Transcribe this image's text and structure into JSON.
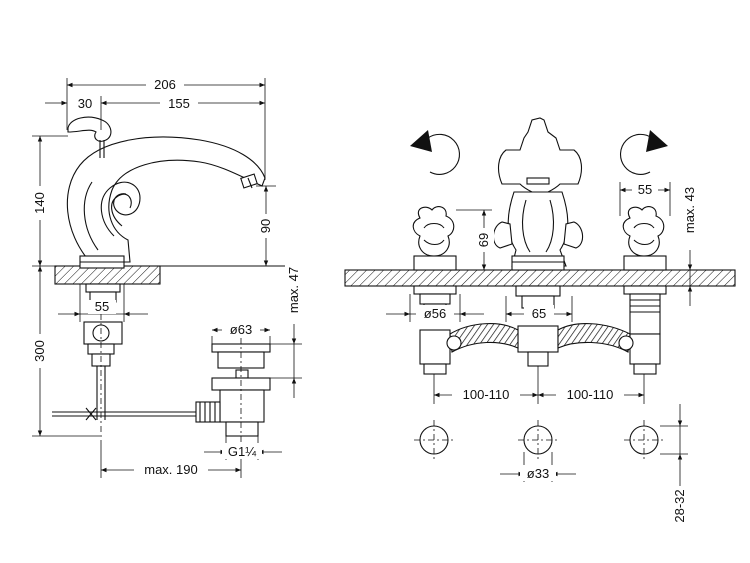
{
  "dimensions": {
    "side_view": {
      "total_length": "206",
      "offset": "30",
      "spout_reach": "155",
      "height": "140",
      "spout_height": "90",
      "base_width": "55",
      "below_deck": "300",
      "max_drain": "max. 190",
      "deck_thickness": "max. 47",
      "drain_diameter": "ø63",
      "drain_thread": "G1¼"
    },
    "front_view": {
      "handle_height": "69",
      "handle_width": "55",
      "deck_max": "max. 43",
      "hole_diameter": "ø56",
      "center_width": "65",
      "spread_left": "100-110",
      "spread_right": "100-110",
      "hole_size": "ø33",
      "hole_range": "28-32"
    }
  },
  "icons": {
    "rotate_left": "counterclockwise-arrow-icon",
    "rotate_right": "clockwise-arrow-icon"
  },
  "colors": {
    "line": "#111111",
    "background": "#ffffff"
  }
}
